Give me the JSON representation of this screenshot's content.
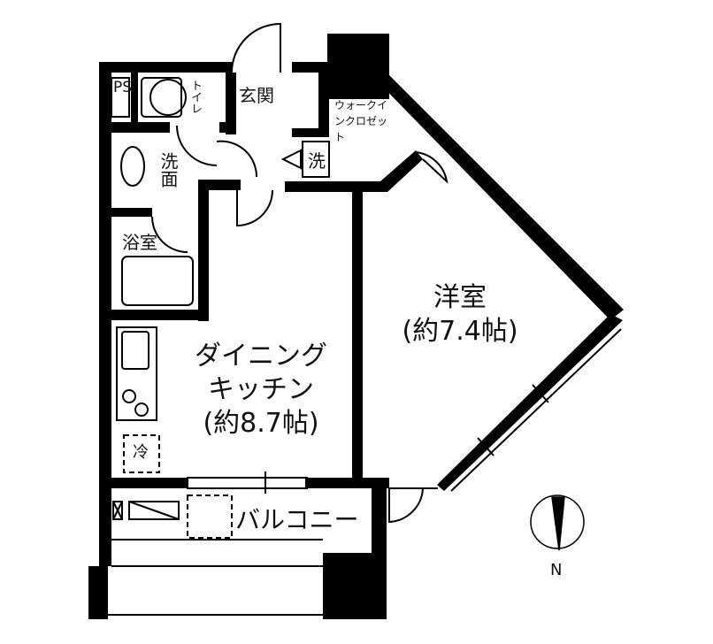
{
  "floorplan": {
    "rooms": {
      "ps": "PS",
      "toilet": "トイレ",
      "entrance": "玄関",
      "walk_in_closet": "ウォークインクロゼット",
      "washroom": "洗面",
      "washer": "洗",
      "bath": "浴室",
      "western_room_name": "洋室",
      "western_room_size": "(約7.4帖)",
      "dk_name_line1": "ダイニング",
      "dk_name_line2": "キッチン",
      "dk_size": "(約8.7帖)",
      "fridge": "冷",
      "balcony": "バルコニー"
    },
    "compass": {
      "label": "N"
    },
    "colors": {
      "wall": "#000000",
      "background": "#ffffff"
    }
  }
}
